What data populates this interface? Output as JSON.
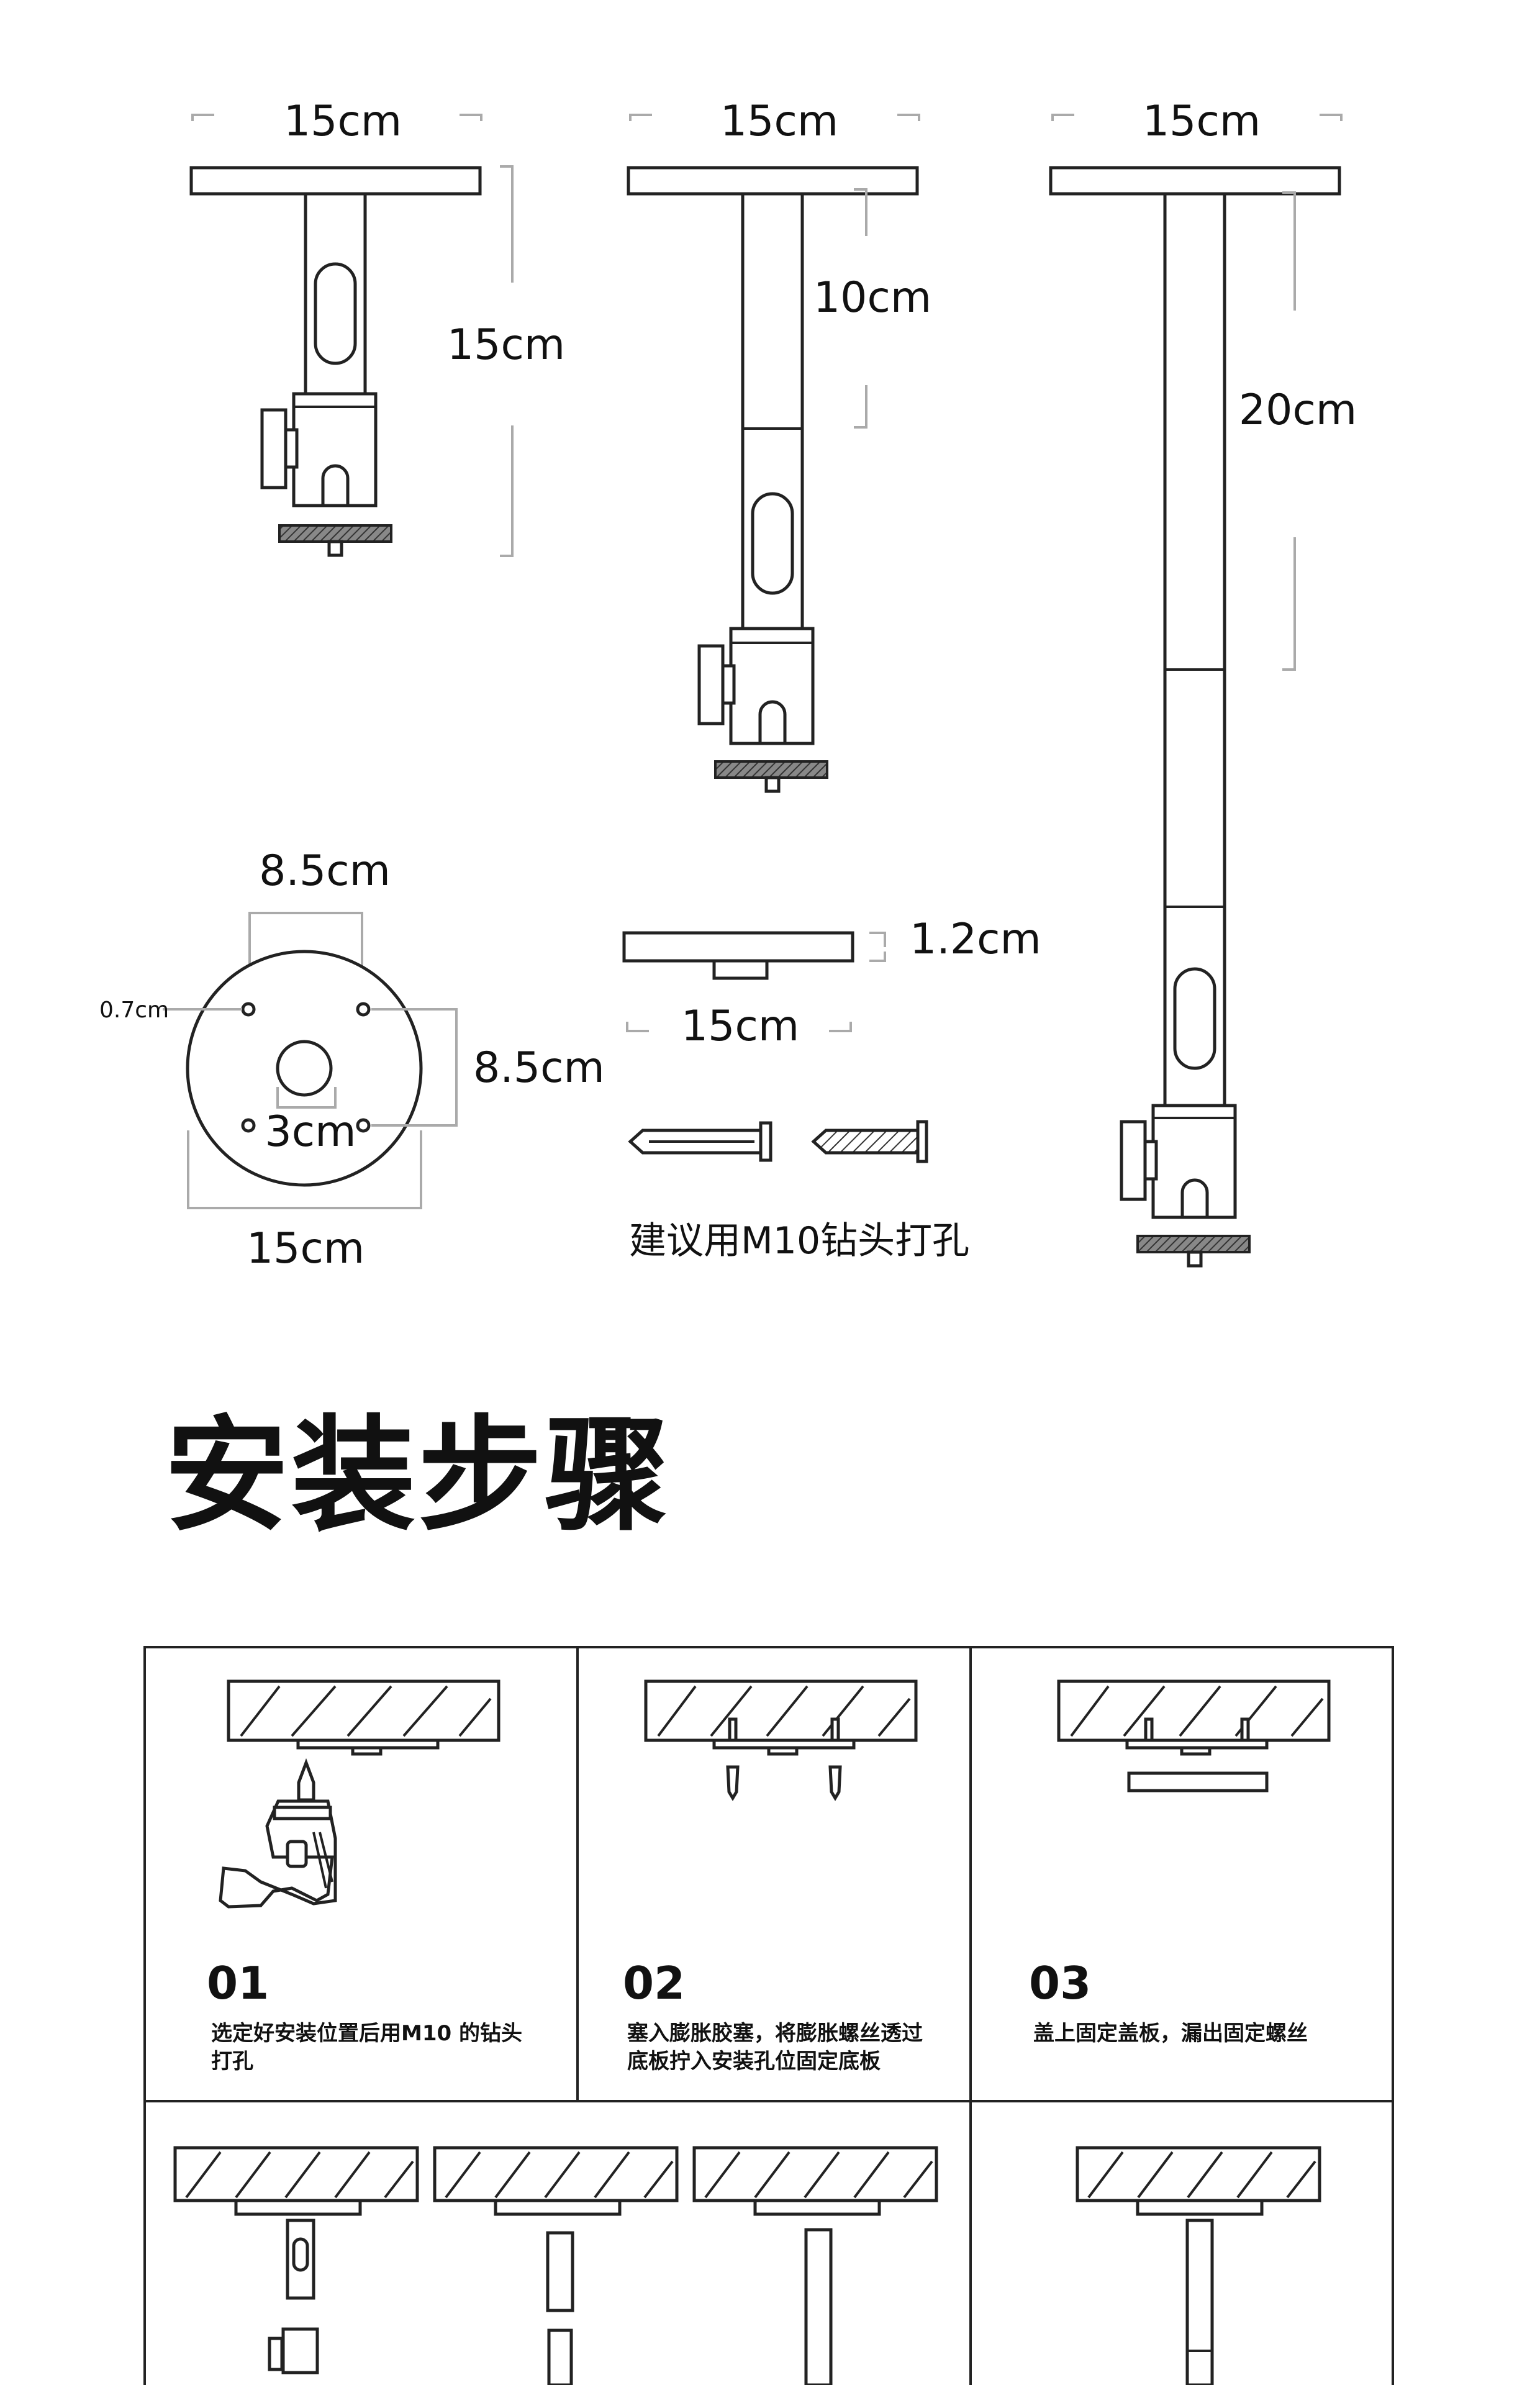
{
  "dimensions": {
    "bracket_small": {
      "width": "15cm",
      "height": "15cm"
    },
    "bracket_medium": {
      "width": "15cm",
      "height": "10cm"
    },
    "bracket_large": {
      "width": "15cm",
      "height": "20cm"
    },
    "base_plate": {
      "hole_spacing_top": "8.5cm",
      "hole_spacing_side": "8.5cm",
      "hole_diameter": "0.7cm",
      "center_hole": "3cm",
      "diameter": "15cm"
    },
    "side_plate": {
      "thickness": "1.2cm",
      "width": "15cm"
    }
  },
  "drill_note": "建议用M10钻头打孔",
  "section_title": "安装步骤",
  "steps": [
    {
      "number": "01",
      "desc_line1": "选定好安装位置后用M10 的钻头",
      "desc_line2": "打孔"
    },
    {
      "number": "02",
      "desc_line1": "塞入膨胀胶塞，将膨胀螺丝透过",
      "desc_line2": "底板拧入安装孔位固定底板"
    },
    {
      "number": "03",
      "desc_line1": "盖上固定盖板，漏出固定螺丝",
      "desc_line2": ""
    }
  ]
}
